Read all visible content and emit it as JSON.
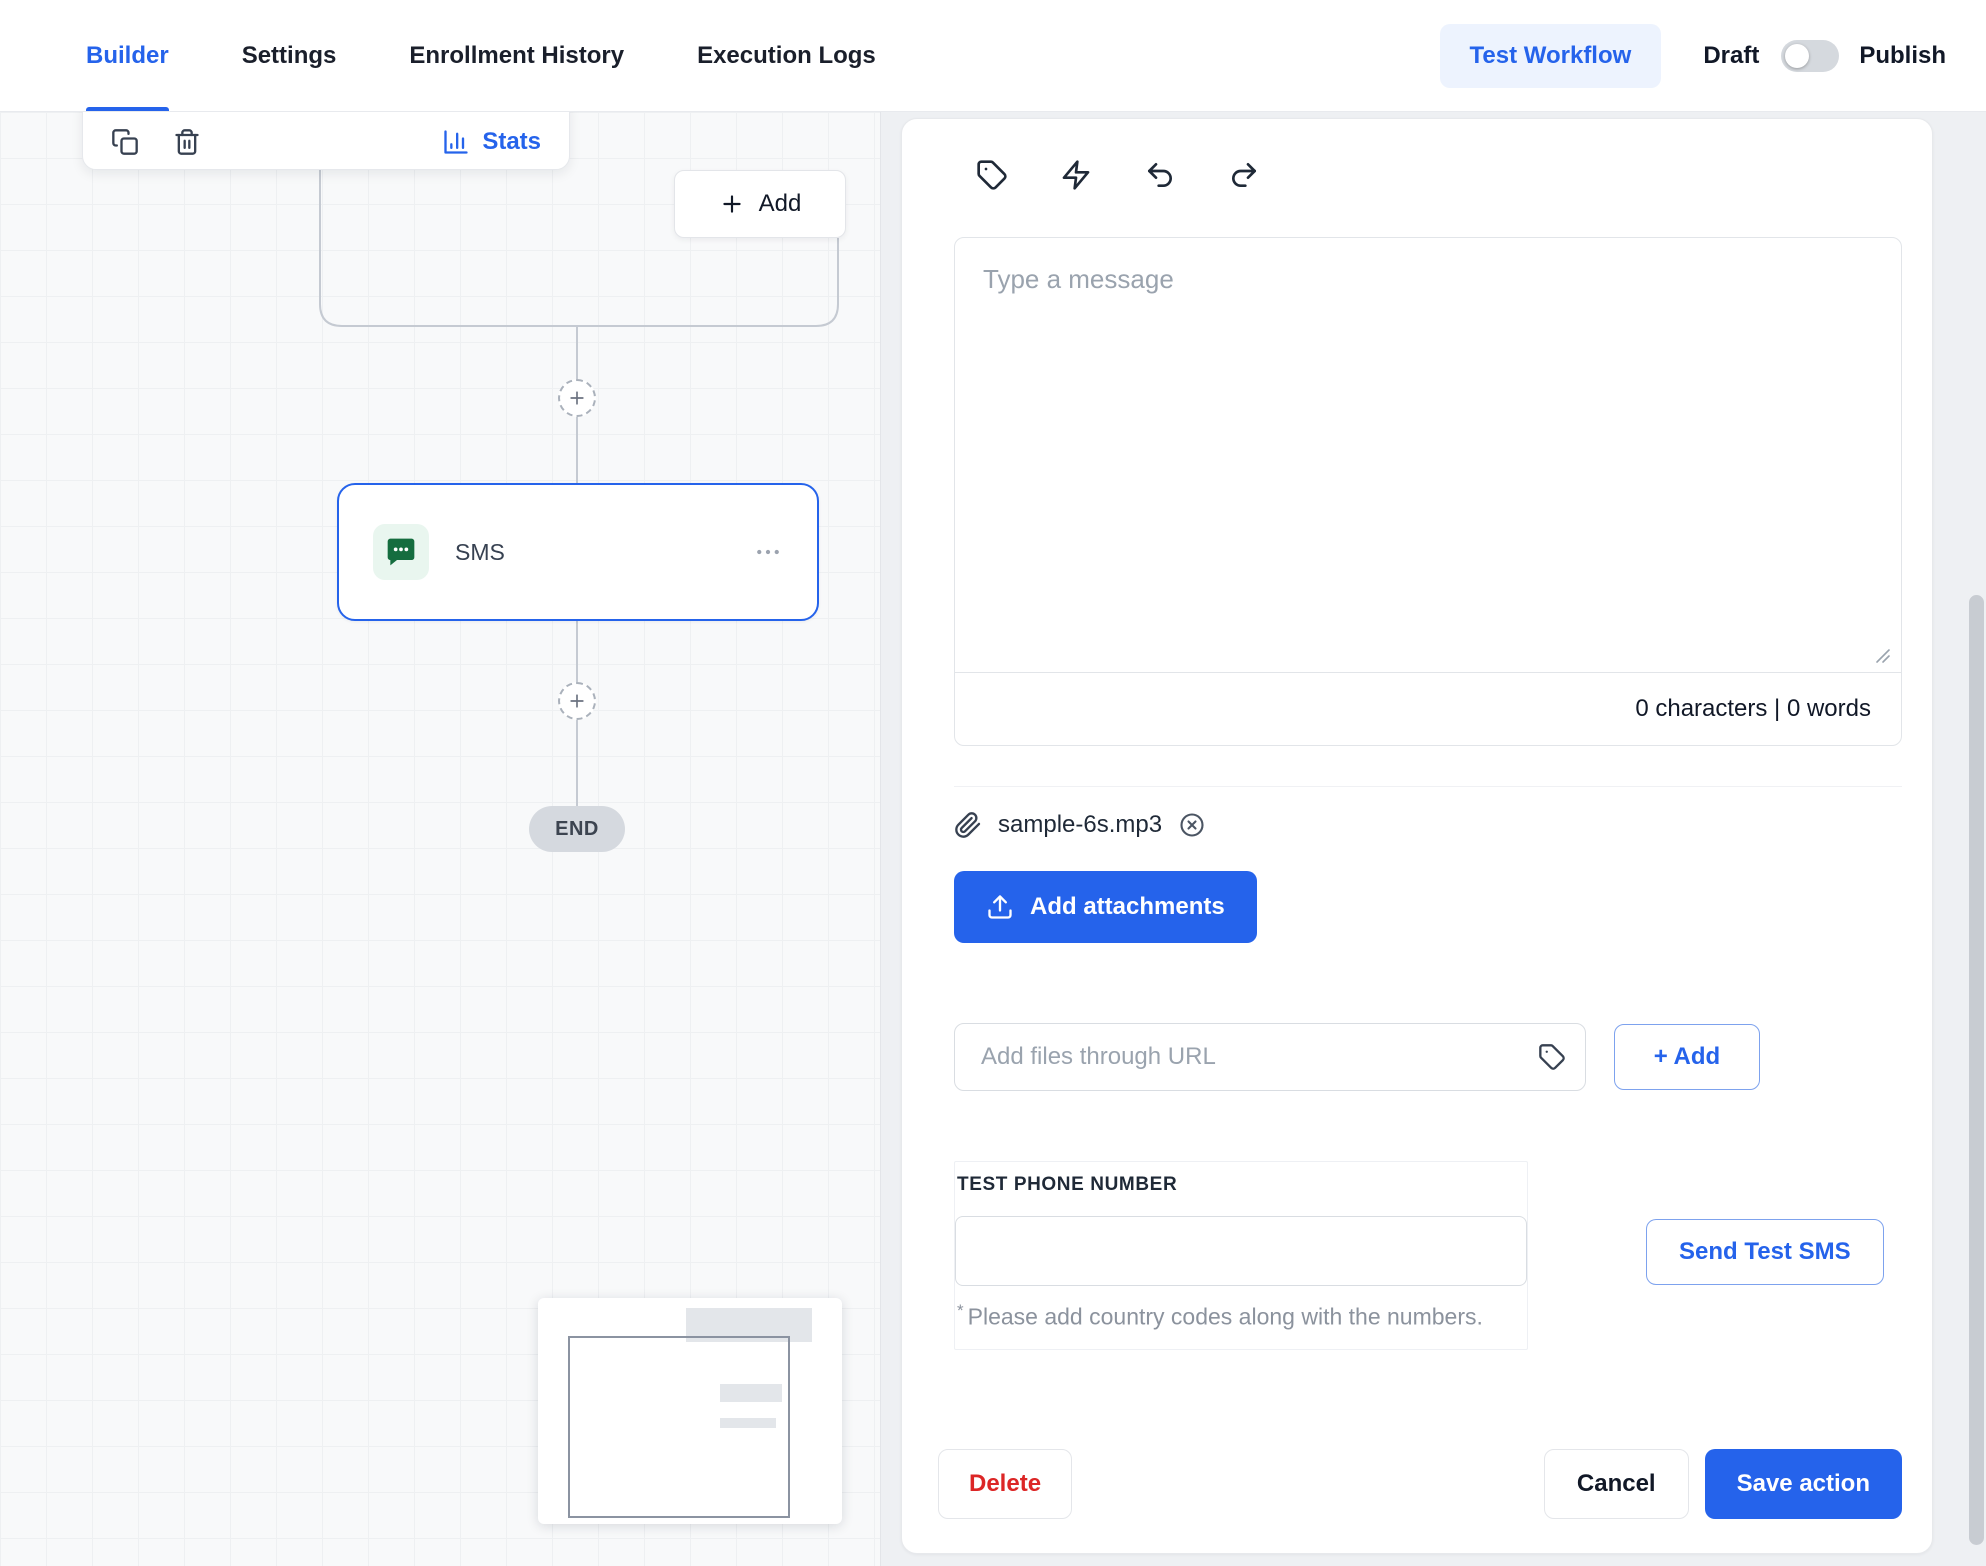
{
  "nav": {
    "tabs": [
      {
        "label": "Builder"
      },
      {
        "label": "Settings"
      },
      {
        "label": "Enrollment History"
      },
      {
        "label": "Execution Logs"
      }
    ],
    "test_workflow": "Test Workflow",
    "draft": "Draft",
    "publish": "Publish",
    "state": "Draft"
  },
  "canvas": {
    "toolbar": {
      "stats": "Stats"
    },
    "add_button": "Add",
    "sms_node": {
      "label": "SMS"
    },
    "end_label": "END"
  },
  "panel": {
    "composer": {
      "placeholder": "Type a message",
      "counter": "0 characters | 0 words"
    },
    "attachment": {
      "filename": "sample-6s.mp3"
    },
    "url_input": {
      "placeholder": "Add files through URL"
    },
    "phone": {
      "label": "TEST PHONE NUMBER",
      "value": "",
      "note_star": "*",
      "note": "Please add country codes along with the numbers."
    },
    "buttons": {
      "add_attachments": "Add attachments",
      "url_add": "+ Add",
      "send_test_sms": "Send Test SMS",
      "delete": "Delete",
      "cancel": "Cancel",
      "save": "Save action"
    }
  },
  "colors": {
    "accent": "#2563eb",
    "accent_bg": "#edf3fe",
    "danger": "#dc2626",
    "node_green": "#156d3f",
    "node_green_bg": "#e9f6ef",
    "end_pill_bg": "#d5d9df"
  }
}
